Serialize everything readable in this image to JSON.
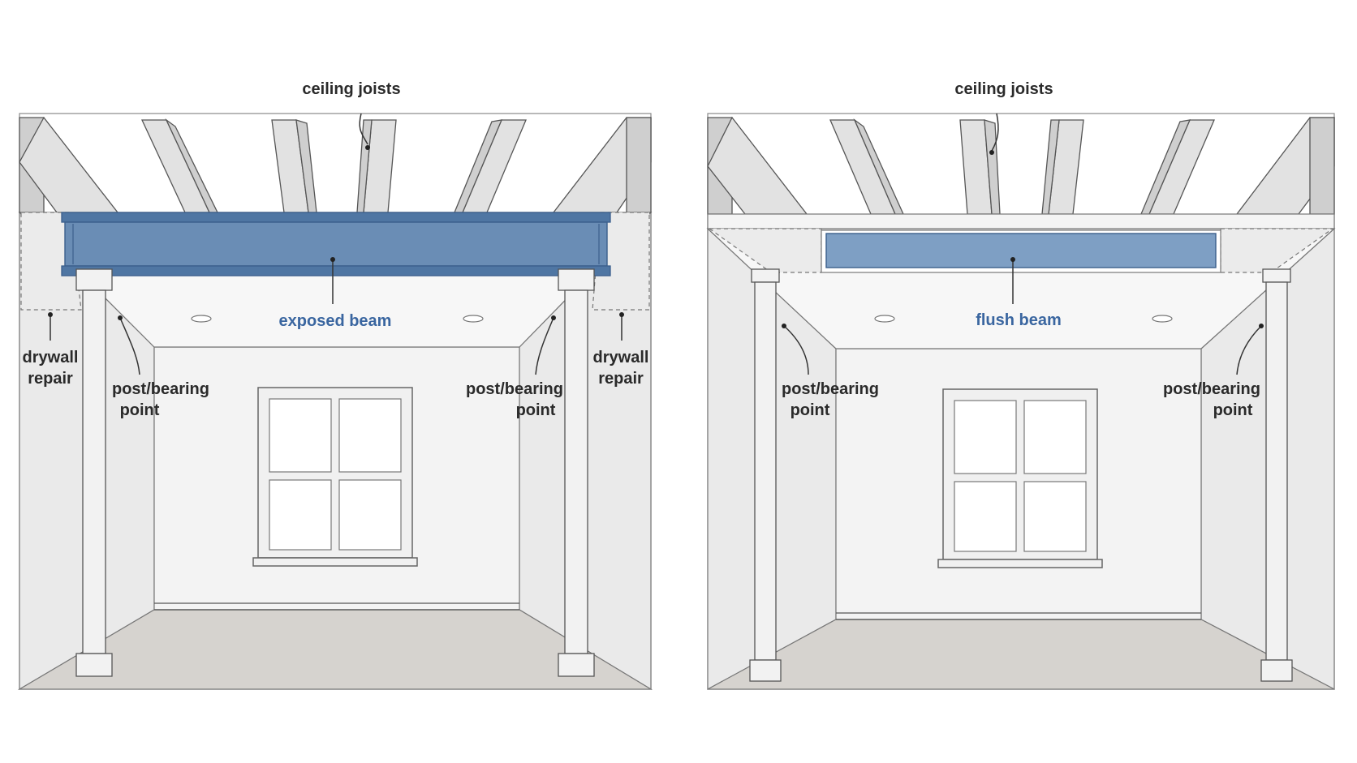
{
  "colors": {
    "beam_fill": "#6a8db5",
    "beam_edge": "#3b5f8c",
    "flush_fill": "#7e9fc4",
    "label_blue": "#3a66a0"
  },
  "left_panel": {
    "top_label": "ceiling joists",
    "beam_label": "exposed beam",
    "drywall_left": [
      "drywall",
      "repair"
    ],
    "drywall_right": [
      "drywall",
      "repair"
    ],
    "post_left": [
      "post/bearing",
      "point"
    ],
    "post_right": [
      "post/bearing",
      "point"
    ]
  },
  "right_panel": {
    "top_label": "ceiling joists",
    "beam_label": "flush beam",
    "post_left": [
      "post/bearing",
      "point"
    ],
    "post_right": [
      "post/bearing",
      "point"
    ]
  }
}
